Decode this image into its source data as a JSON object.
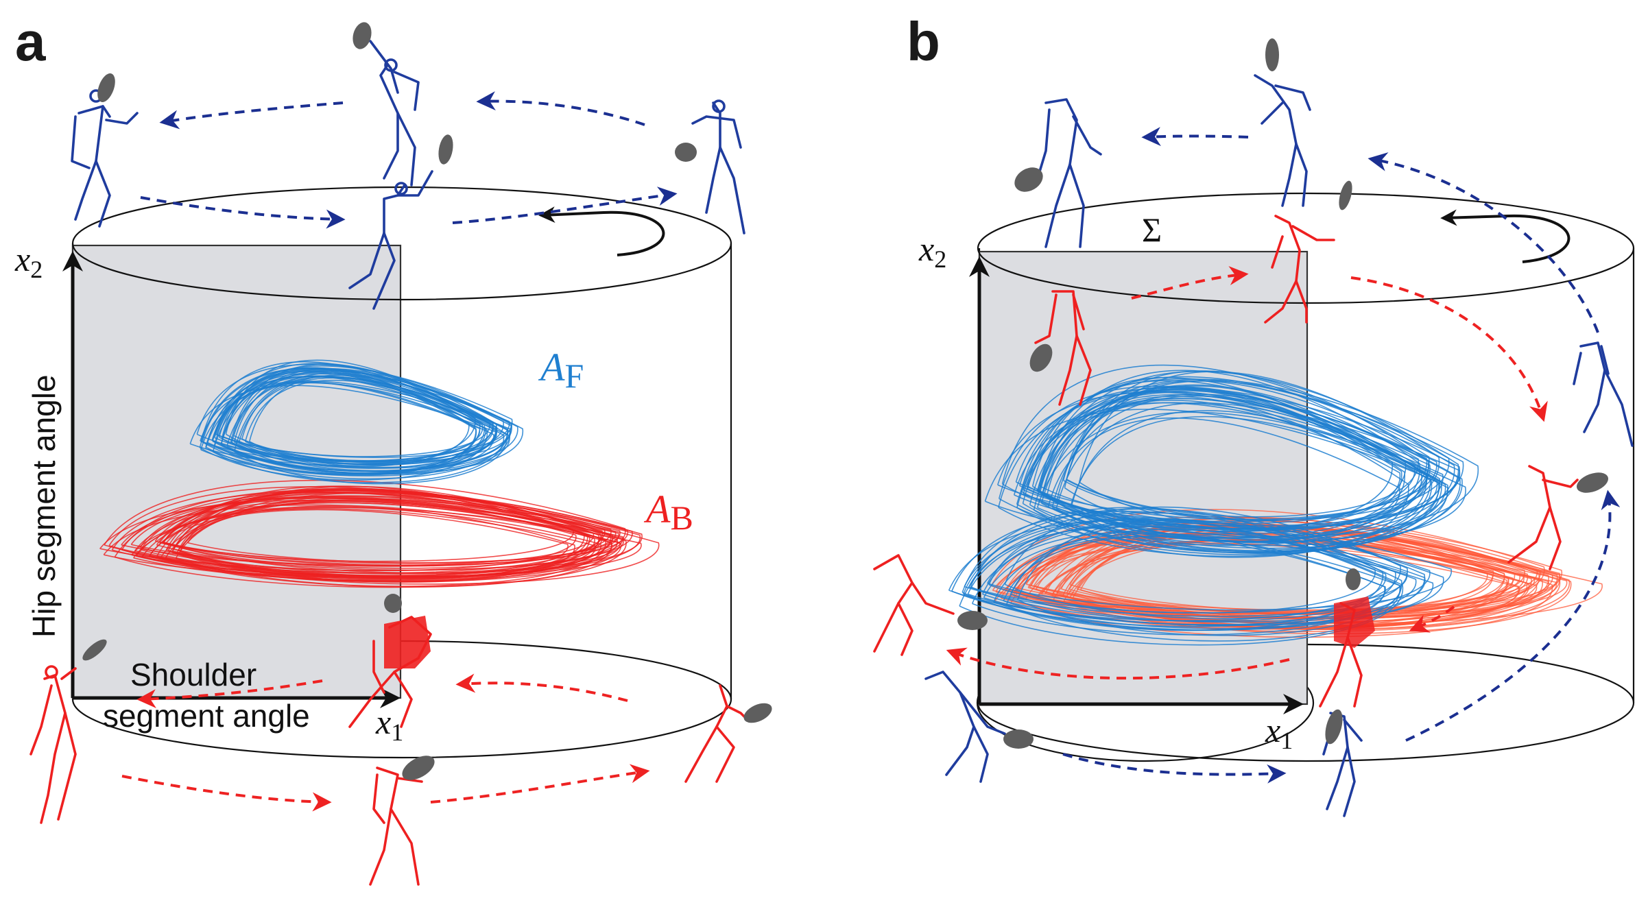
{
  "panels": [
    {
      "letter": "a",
      "attractor_labels": [
        {
          "main": "A",
          "sub": "F",
          "color": "#1f7fd0"
        },
        {
          "main": "A",
          "sub": "B",
          "color": "#ee2020"
        }
      ],
      "x2_axis": {
        "main": "x",
        "sub": "2"
      },
      "x1_axis": {
        "main": "x",
        "sub": "1"
      },
      "vertical_axis_label": "Hip segment angle",
      "horizontal_axis_label_line1": "Shoulder",
      "horizontal_axis_label_line2": "segment angle"
    },
    {
      "letter": "b",
      "section_symbol": "Σ",
      "x2_axis": {
        "main": "x",
        "sub": "2"
      },
      "x1_axis": {
        "main": "x",
        "sub": "1"
      }
    }
  ],
  "colors": {
    "forehand": "#1f7fd0",
    "backhand": "#ee2020",
    "player_blue": "#1f3c9e",
    "arrow_blue": "#1b2f91",
    "section_face": "#dcdde1",
    "racket": "#5e5e5e"
  },
  "icons": [
    "stick-figure-player-icon",
    "racket-icon",
    "rotation-arrow-icon"
  ]
}
